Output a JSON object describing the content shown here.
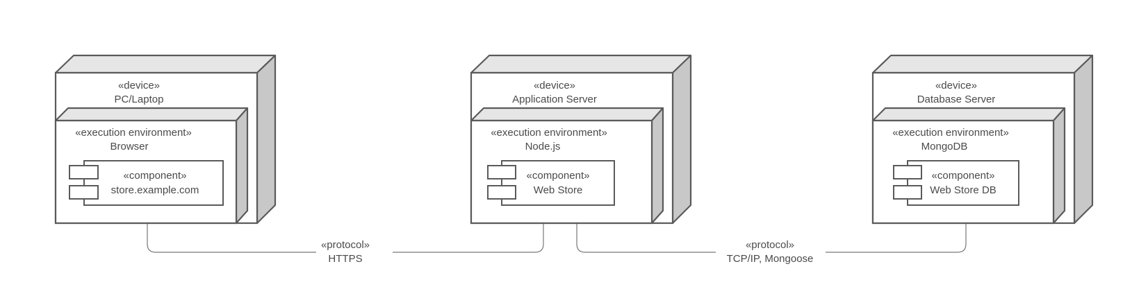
{
  "nodes": [
    {
      "stereotype": "«device»",
      "name": "PC/Laptop",
      "env_stereotype": "«execution environment»",
      "env_name": "Browser",
      "comp_stereotype": "«component»",
      "comp_name": "store.example.com"
    },
    {
      "stereotype": "«device»",
      "name": "Application Server",
      "env_stereotype": "«execution environment»",
      "env_name": "Node.js",
      "comp_stereotype": "«component»",
      "comp_name": "Web Store"
    },
    {
      "stereotype": "«device»",
      "name": "Database Server",
      "env_stereotype": "«execution environment»",
      "env_name": "MongoDB",
      "comp_stereotype": "«component»",
      "comp_name": "Web Store DB"
    }
  ],
  "connections": [
    {
      "from": "PC/Laptop",
      "to": "Application Server",
      "stereotype": "«protocol»",
      "name": "HTTPS"
    },
    {
      "from": "Application Server",
      "to": "Database Server",
      "stereotype": "«protocol»",
      "name": "TCP/IP, Mongoose"
    }
  ]
}
